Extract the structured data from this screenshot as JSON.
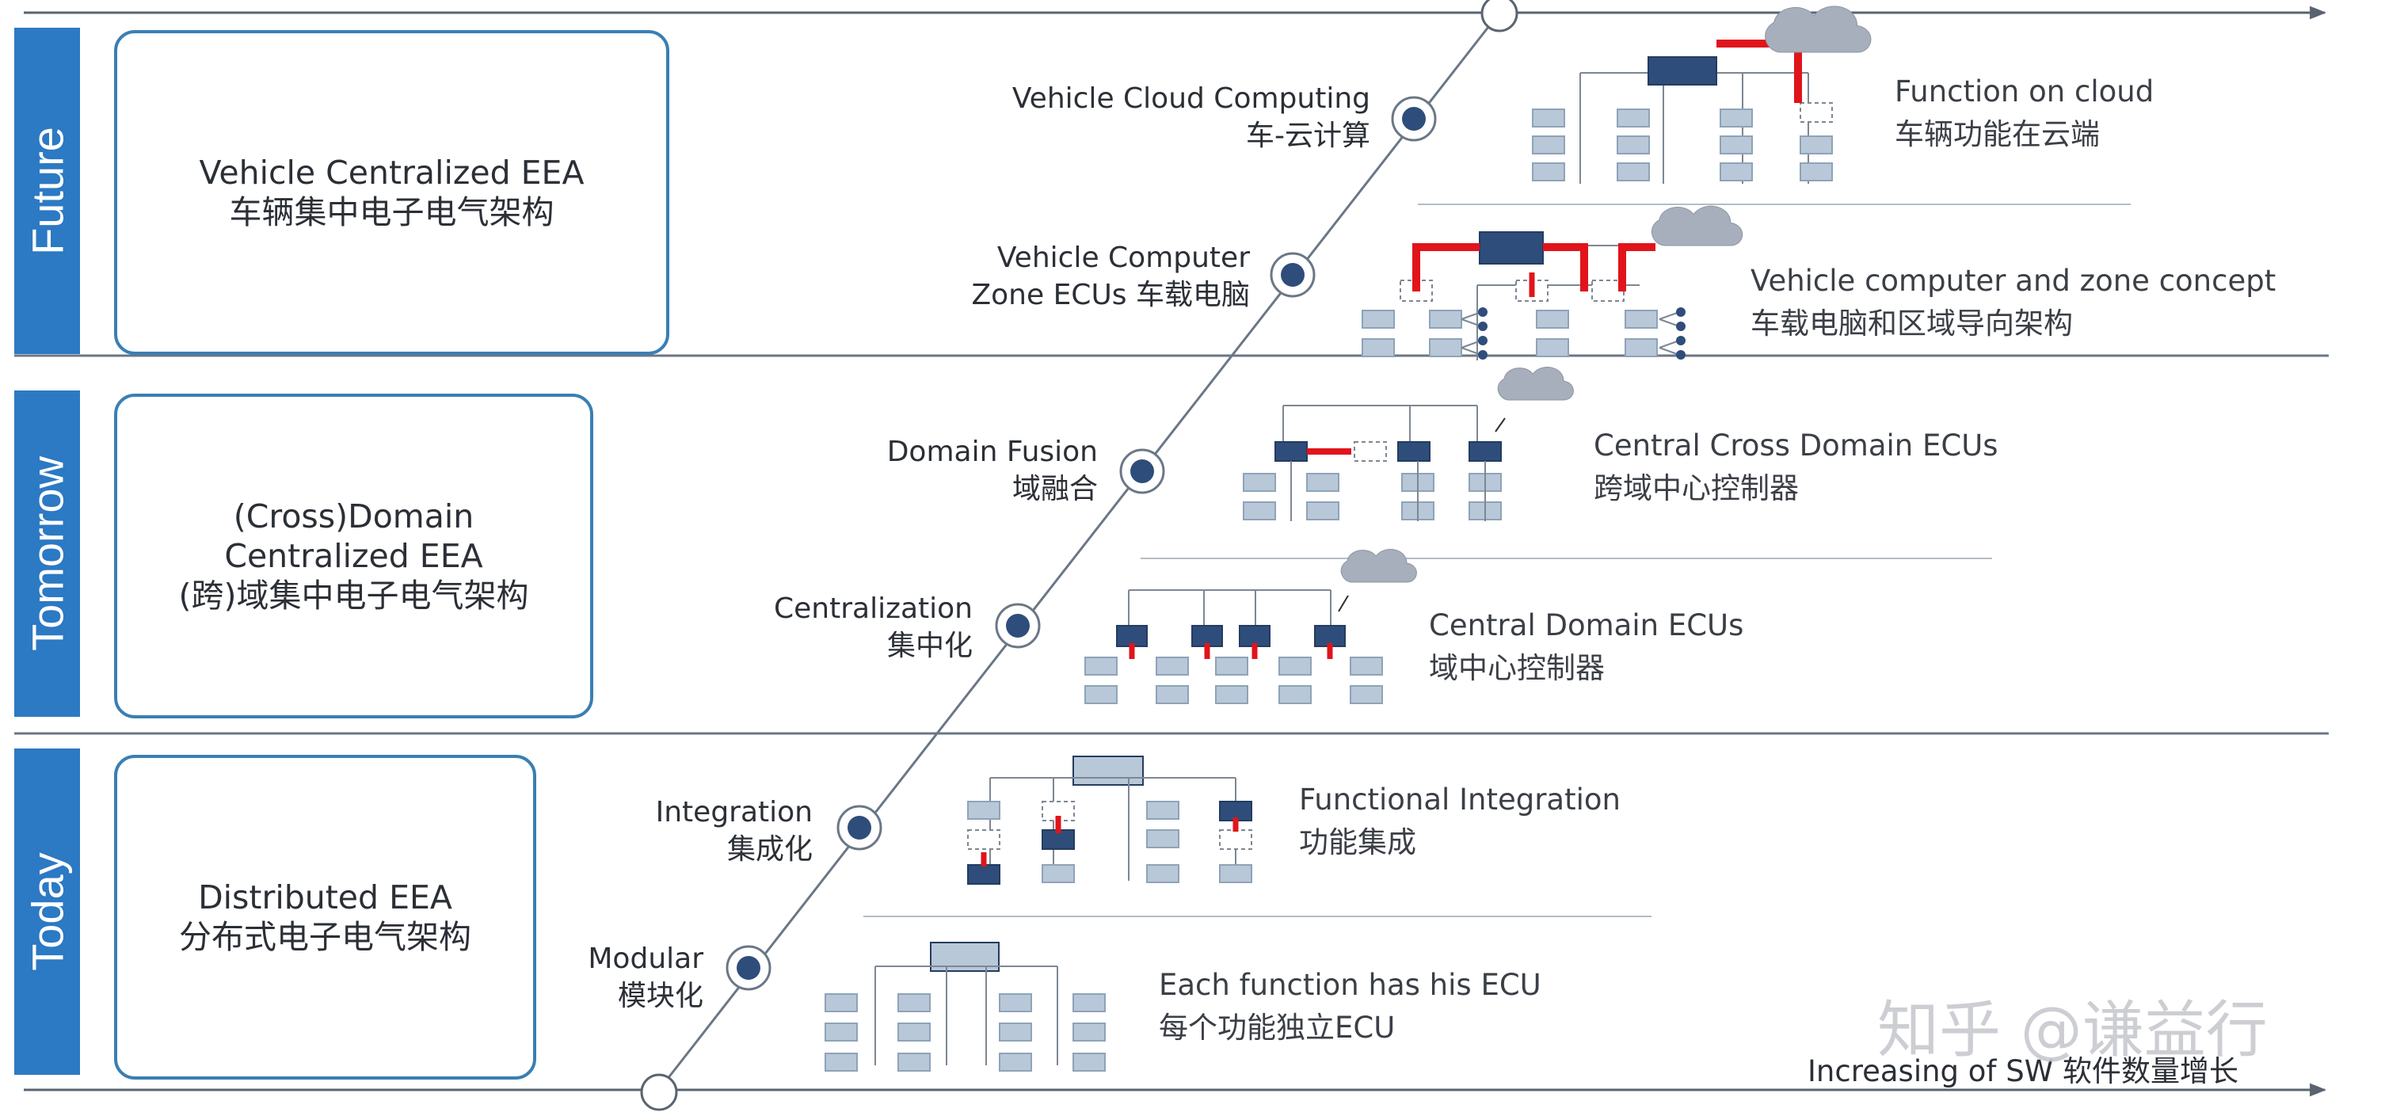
{
  "stages": [
    {
      "label": "Future",
      "title_en": "Vehicle Centralized EEA",
      "title_zh": "车辆集中电子电气架构"
    },
    {
      "label": "Tomorrow",
      "title_lines": [
        "(Cross)Domain",
        "Centralized EEA",
        "(跨)域集中电子电气架构"
      ]
    },
    {
      "label": "Today",
      "title_en": "Distributed EEA",
      "title_zh": "分布式电子电气架构"
    }
  ],
  "milestones": [
    {
      "en": "Vehicle Cloud Computing",
      "zh": "车-云计算"
    },
    {
      "en": "Vehicle Computer",
      "zh": "Zone ECUs 车载电脑"
    },
    {
      "en": "Domain Fusion",
      "zh": "域融合"
    },
    {
      "en": "Centralization",
      "zh": "集中化"
    },
    {
      "en": "Integration",
      "zh": "集成化"
    },
    {
      "en": "Modular",
      "zh": "模块化"
    }
  ],
  "architectures": [
    {
      "en": "Function on cloud",
      "zh": "车辆功能在云端"
    },
    {
      "en": "Vehicle computer and zone concept",
      "zh": "车载电脑和区域导向架构"
    },
    {
      "en": "Central Cross Domain ECUs",
      "zh": "跨域中心控制器"
    },
    {
      "en": "Central Domain ECUs",
      "zh": "域中心控制器"
    },
    {
      "en": "Functional Integration",
      "zh": "功能集成"
    },
    {
      "en": "Each function has his ECU",
      "zh": "每个功能独立ECU"
    }
  ],
  "axis_caption": "Increasing of SW 软件数量增长",
  "watermark": "知乎 @谦益行",
  "colors": {
    "tab_blue": "#2c79c4",
    "border_blue": "#3a7fb3",
    "ecu_dark": "#2f4d7a",
    "ecu_light": "#b8c8d8",
    "arrow_red": "#e1141b",
    "cloud": "#a6afbb",
    "line": "#5a6470"
  }
}
